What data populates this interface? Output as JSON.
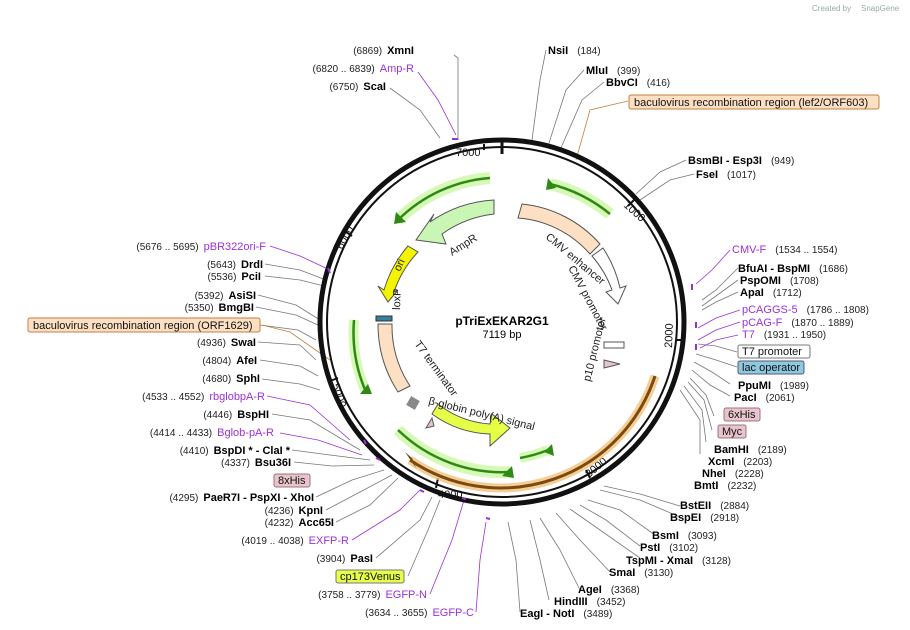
{
  "watermark": {
    "prefix": "Created by",
    "brand": "SnapGene"
  },
  "plasmid": {
    "name": "pTriExEKAR2G1",
    "size": "7119 bp"
  },
  "ticks": [
    "1000",
    "2000",
    "3000",
    "4000",
    "5000",
    "6000",
    "7000"
  ],
  "features": [
    {
      "label": "CMV enhancer"
    },
    {
      "label": "CMV promoter"
    },
    {
      "label": "p10 promoter"
    },
    {
      "label": "AmpR"
    },
    {
      "label": "ori"
    },
    {
      "label": "loxP"
    },
    {
      "label": "T7 terminator"
    },
    {
      "label": "β-globin poly(A) signal"
    }
  ],
  "left_labels": [
    {
      "pos": "(6869)",
      "name": "XmnI"
    },
    {
      "pos": "(6820 .. 6839)",
      "name": "Amp-R",
      "primer": true
    },
    {
      "pos": "(6750)",
      "name": "ScaI"
    },
    {
      "pos": "(5676 .. 5695)",
      "name": "pBR322ori-F",
      "primer": true
    },
    {
      "pos": "(5643)",
      "name": "DrdI"
    },
    {
      "pos": "(5536)",
      "name": "PciI"
    },
    {
      "pos": "(5392)",
      "name": "AsiSI"
    },
    {
      "pos": "(5350)",
      "name": "BmgBI"
    },
    {
      "pos": "(4936)",
      "name": "SwaI"
    },
    {
      "pos": "(4804)",
      "name": "AfeI"
    },
    {
      "pos": "(4680)",
      "name": "SphI"
    },
    {
      "pos": "(4533 .. 4552)",
      "name": "rbglobpA-R",
      "primer": true
    },
    {
      "pos": "(4446)",
      "name": "BspHI"
    },
    {
      "pos": "(4414 .. 4433)",
      "name": "Bglob-pA-R",
      "primer": true
    },
    {
      "pos": "(4410)",
      "name": "BspDI * - ClaI *"
    },
    {
      "pos": "(4337)",
      "name": "Bsu36I"
    },
    {
      "pos": "(4295)",
      "name": "PaeR7I - PspXI - XhoI"
    },
    {
      "pos": "(4236)",
      "name": "KpnI"
    },
    {
      "pos": "(4232)",
      "name": "Acc65I"
    },
    {
      "pos": "(4019 .. 4038)",
      "name": "EXFP-R",
      "primer": true
    },
    {
      "pos": "(3904)",
      "name": "PasI"
    },
    {
      "pos": "(3758 .. 3779)",
      "name": "EGFP-N",
      "primer": true
    },
    {
      "pos": "(3634 .. 3655)",
      "name": "EGFP-C",
      "primer": true
    }
  ],
  "right_labels": [
    {
      "name": "NsiI",
      "pos": "(184)"
    },
    {
      "name": "MluI",
      "pos": "(399)"
    },
    {
      "name": "BbvCI",
      "pos": "(416)"
    },
    {
      "name": "BsmBI - Esp3I",
      "pos": "(949)"
    },
    {
      "name": "FseI",
      "pos": "(1017)"
    },
    {
      "name": "CMV-F",
      "pos": "(1534 .. 1554)",
      "primer": true
    },
    {
      "name": "BfuAI - BspMI",
      "pos": "(1686)"
    },
    {
      "name": "PspOMI",
      "pos": "(1708)"
    },
    {
      "name": "ApaI",
      "pos": "(1712)"
    },
    {
      "name": "pCAGGS-5",
      "pos": "(1786 .. 1808)",
      "primer": true
    },
    {
      "name": "pCAG-F",
      "pos": "(1870 .. 1889)",
      "primer": true
    },
    {
      "name": "T7",
      "pos": "(1931 .. 1950)",
      "primer": true
    },
    {
      "name": "PpuMI",
      "pos": "(1989)"
    },
    {
      "name": "PacI",
      "pos": "(2061)"
    },
    {
      "name": "BamHI",
      "pos": "(2189)"
    },
    {
      "name": "XcmI",
      "pos": "(2203)"
    },
    {
      "name": "NheI",
      "pos": "(2228)"
    },
    {
      "name": "BmtI",
      "pos": "(2232)"
    },
    {
      "name": "BstEII",
      "pos": "(2884)"
    },
    {
      "name": "BspEI",
      "pos": "(2918)"
    },
    {
      "name": "BsmI",
      "pos": "(3093)"
    },
    {
      "name": "PstI",
      "pos": "(3102)"
    },
    {
      "name": "TspMI - XmaI",
      "pos": "(3128)"
    },
    {
      "name": "SmaI",
      "pos": "(3130)"
    },
    {
      "name": "AgeI",
      "pos": "(3368)"
    },
    {
      "name": "HindIII",
      "pos": "(3452)"
    },
    {
      "name": "EagI - NotI",
      "pos": "(3489)"
    }
  ],
  "boxes": {
    "bac_top": "baculovirus recombination region (lef2/ORF603)",
    "bac_left": "baculovirus recombination region (ORF1629)",
    "t7_promoter": "T7 promoter",
    "lac_operator": "lac operator",
    "six_his": "6xHis",
    "myc": "Myc",
    "eight_his": "8xHis",
    "venus": "cp173Venus"
  },
  "colors": {
    "primer": "#9b30d9",
    "backbone": "#111111",
    "green_feature": "#c9f5b5",
    "yellow_feature": "#f4f400",
    "peach_feature": "#fde0c4",
    "lime_feature": "#e6ff47",
    "his_tag": "#e8c4cc",
    "lac_operator": "#8ec9df",
    "venus_box": "#e6ff47"
  }
}
